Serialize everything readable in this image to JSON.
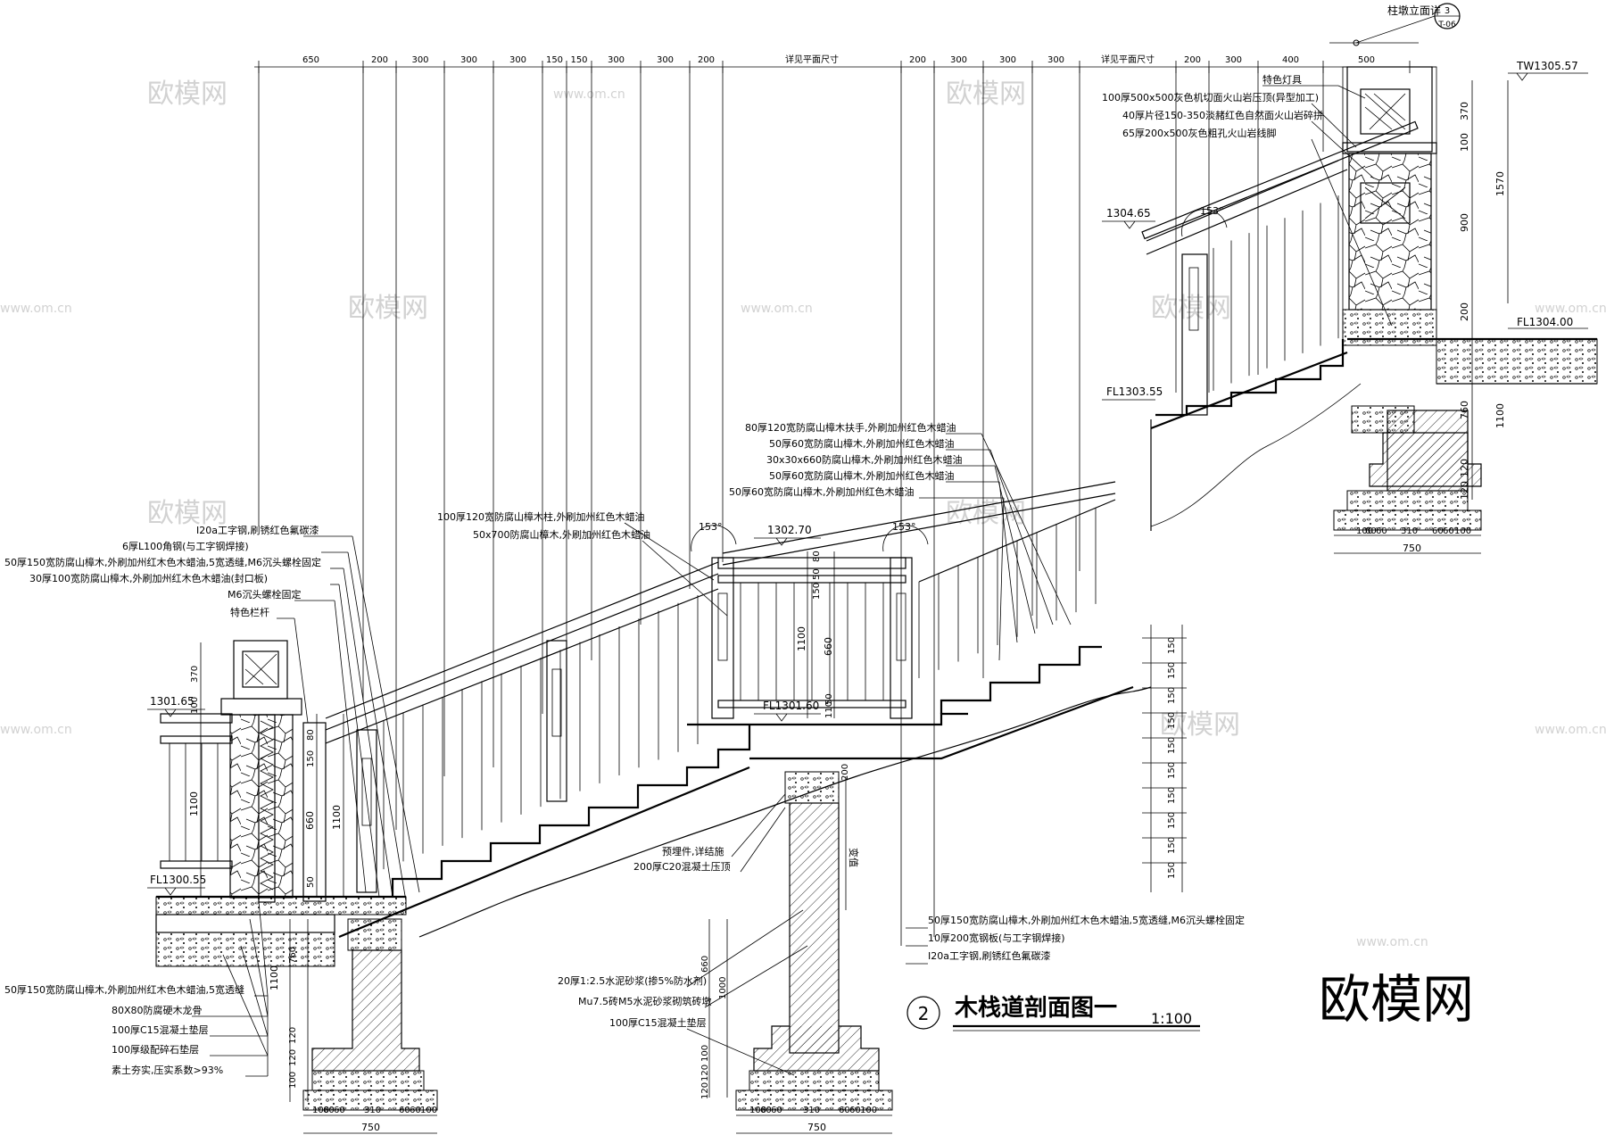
{
  "top_dimensions": [
    "650",
    "200",
    "300",
    "300",
    "300",
    "150",
    "150",
    "300",
    "300",
    "200",
    "详见平面尺寸",
    "200",
    "300",
    "300",
    "300",
    "详见平面尺寸",
    "200",
    "300",
    "400",
    "500"
  ],
  "right_post": {
    "ref_label": "柱墩立面详",
    "ref_num": "3",
    "ref_sheet": "T-06",
    "elev_top": "TW1305.57",
    "elev_rail": "1304.65",
    "elev_floor": "FL1304.00",
    "elev_step": "FL1303.55",
    "notes": [
      "特色灯具",
      "100厚500x500灰色机切面火山岩压顶(异型加工)",
      "40厚片径150-350淡赭红色自然面火山岩碎拼",
      "65厚200x500灰色粗孔火山岩线脚"
    ],
    "dims_v": [
      "370",
      "100",
      "900",
      "1570",
      "200",
      "1100",
      "760",
      "120",
      "120",
      "1100"
    ],
    "footing_dims": [
      "100",
      "60",
      "60",
      "310",
      "60",
      "60",
      "100"
    ],
    "footing_width": "750",
    "angle": "153°"
  },
  "left_post": {
    "elev_rail": "1301.65",
    "elev_floor": "FL1300.55",
    "dims_v": [
      "370",
      "100",
      "80",
      "150",
      "660",
      "1100",
      "1100",
      "50",
      "760",
      "1100",
      "120",
      "120",
      "100"
    ],
    "footing_dims": [
      "100",
      "60",
      "60",
      "310",
      "60",
      "60",
      "100"
    ],
    "footing_width": "750",
    "notes_top": [
      "I20a工字钢,刷锈红色氟碳漆",
      "6厚L100角钢(与工字钢焊接)",
      "50厚150宽防腐山樟木,外刷加州红木色木蜡油,5宽透缝,M6沉头螺栓固定",
      "30厚100宽防腐山樟木,外刷加州红木色木蜡油(封口板)",
      "M6沉头螺栓固定",
      "特色栏杆"
    ],
    "notes_bottom": [
      "50厚150宽防腐山樟木,外刷加州红木色木蜡油,5宽透缝",
      "80X80防腐硬木龙骨",
      "100厚C15混凝土垫层",
      "100厚级配碎石垫层",
      "素土夯实,压实系数>93%"
    ]
  },
  "middle": {
    "elev_rail": "1302.70",
    "elev_floor": "FL1301.60",
    "angle": "153°",
    "post_notes": [
      "100厚120宽防腐山樟木柱,外刷加州红色木蜡油",
      "50x700防腐山樟木,外刷加州红色木蜡油"
    ],
    "rail_notes": [
      "80厚120宽防腐山樟木扶手,外刷加州红色木蜡油",
      "50厚60宽防腐山樟木,外刷加州红色木蜡油",
      "30x30x660防腐山樟木,外刷加州红色木蜡油",
      "50厚60宽防腐山樟木,外刷加州红色木蜡油",
      "50厚60宽防腐山樟木,外刷加州红色木蜡油"
    ],
    "pier_notes": [
      "预埋件,详结施",
      "200厚C20混凝土压顶"
    ],
    "pier_label": "变值",
    "pier_bottom_notes": [
      "20厚1:2.5水泥砂浆(掺5%防水剂)",
      "Mu7.5砖M5水泥砂浆砌筑砖墩",
      "100厚C15混凝土垫层"
    ],
    "deck_notes": [
      "50厚150宽防腐山樟木,外刷加州红木色木蜡油,5宽透缝,M6沉头螺栓固定",
      "10厚200宽钢板(与工字钢焊接)",
      "I20a工字钢,刷锈红色氟碳漆"
    ],
    "dims_v": [
      "80",
      "50",
      "150",
      "1100",
      "660",
      "50",
      "110",
      "200",
      "660",
      "1000",
      "100",
      "120",
      "120"
    ],
    "step_dims": [
      "150",
      "150",
      "150",
      "150",
      "150",
      "150",
      "150",
      "150",
      "150",
      "150"
    ],
    "footing_dims": [
      "100",
      "60",
      "60",
      "310",
      "60",
      "60",
      "100"
    ],
    "footing_width": "750"
  },
  "title": {
    "num": "2",
    "name": "木栈道剖面图一",
    "scale": "1:100"
  },
  "watermark": {
    "brand": "欧模网",
    "brand_alt": "欧模网",
    "url": "www.om.cn"
  }
}
